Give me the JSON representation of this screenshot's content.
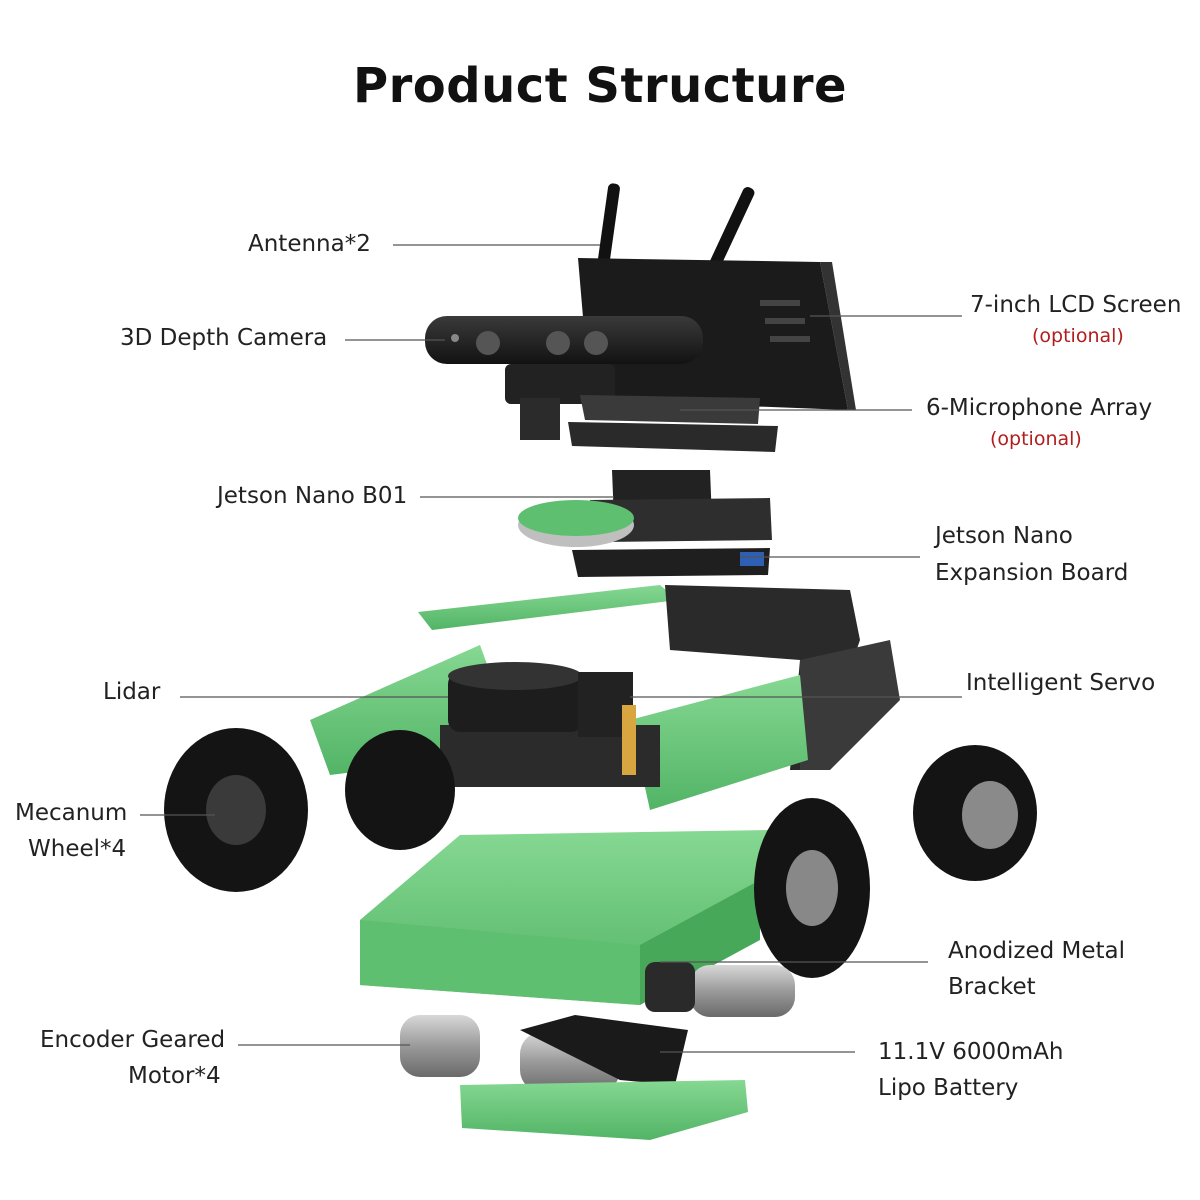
{
  "title": "Product Structure",
  "labels": {
    "antenna": "Antenna*2",
    "camera": "3D Depth Camera",
    "lcd": "7-inch LCD Screen",
    "lcd_opt": "(optional)",
    "mic": "6-Microphone Array",
    "mic_opt": "(optional)",
    "jetson": "Jetson Nano B01",
    "expansion_1": "Jetson Nano",
    "expansion_2": "Expansion Board",
    "lidar": "Lidar",
    "servo": "Intelligent Servo",
    "wheel_1": "Mecanum",
    "wheel_2": "Wheel*4",
    "bracket_1": "Anodized Metal",
    "bracket_2": "Bracket",
    "motor_1": "Encoder Geared",
    "motor_2": "Motor*4",
    "battery_1": "11.1V 6000mAh",
    "battery_2": "Lipo Battery"
  },
  "colors": {
    "frame_green": "#6cc67a",
    "frame_green_dark": "#3f9a52",
    "plastic_black": "#1e1e1e",
    "metal_gray": "#9a9a9a",
    "leader_line": "#555555",
    "optional_red": "#b21d1d"
  }
}
